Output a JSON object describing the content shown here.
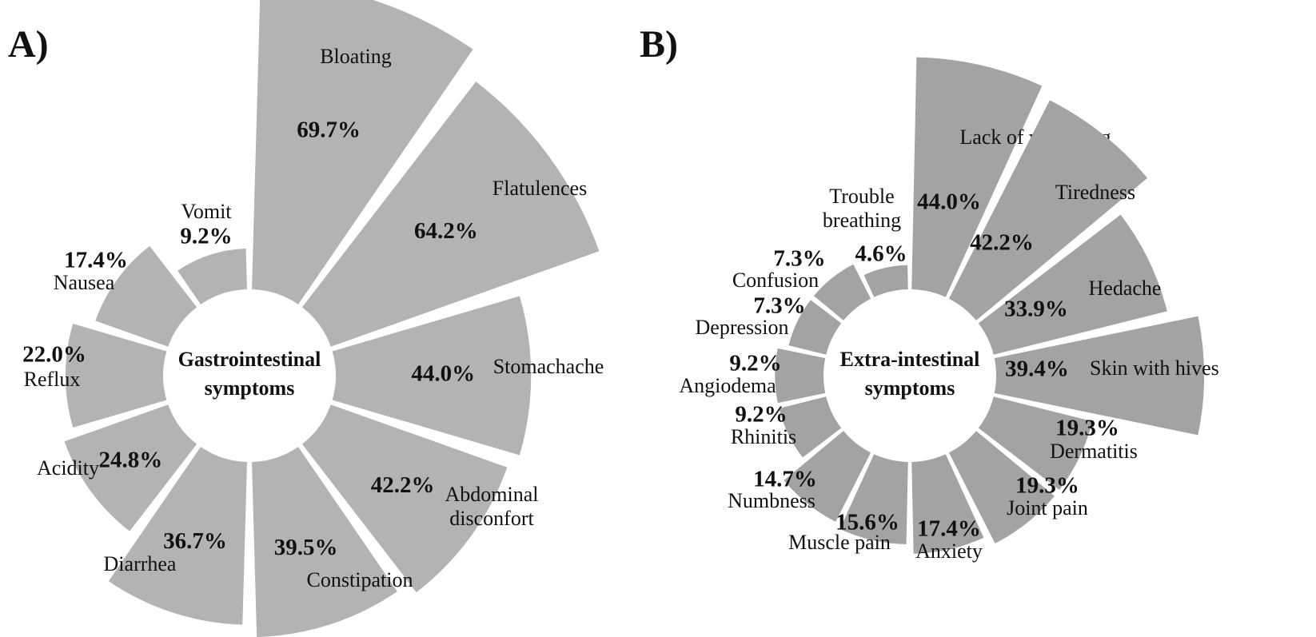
{
  "chart_data": [
    {
      "type": "pie",
      "panel": "A)",
      "center_label": [
        "Gastrointestinal",
        "symptoms"
      ],
      "color": "#b3b3b3",
      "categories": [
        "Bloating",
        "Flatulences",
        "Stomachache",
        "Abdominal disconfort",
        "Constipation",
        "Diarrhea",
        "Acidity",
        "Reflux",
        "Nausea",
        "Vomit"
      ],
      "values": [
        69.7,
        64.2,
        44.0,
        42.2,
        39.5,
        36.7,
        24.8,
        22.0,
        17.4,
        9.2
      ],
      "labels": [
        "69.7%",
        "64.2%",
        "44.0%",
        "42.2%",
        "39.5%",
        "36.7%",
        "24.8%",
        "22.0%",
        "17.4%",
        "9.2%"
      ]
    },
    {
      "type": "pie",
      "panel": "B)",
      "center_label": [
        "Extra-intestinal",
        "symptoms"
      ],
      "color": "#a3a3a3",
      "categories": [
        "Lack of wellbeing",
        "Tiredness",
        "Hedache",
        "Skin with hives",
        "Dermatitis",
        "Joint pain",
        "Anxiety",
        "Muscle pain",
        "Numbness",
        "Rhinitis",
        "Angiodema",
        "Depression",
        "Confusion",
        "Trouble breathing"
      ],
      "values": [
        44.0,
        42.2,
        33.9,
        39.4,
        19.3,
        19.3,
        17.4,
        15.6,
        14.7,
        9.2,
        9.2,
        7.3,
        7.3,
        4.6
      ],
      "labels": [
        "44.0%",
        "42.2%",
        "33.9%",
        "39.4%",
        "19.3%",
        "19.3%",
        "17.4%",
        "15.6%",
        "14.7%",
        "9.2%",
        "9.2%",
        "7.3%",
        "7.3%",
        "4.6%"
      ]
    }
  ]
}
